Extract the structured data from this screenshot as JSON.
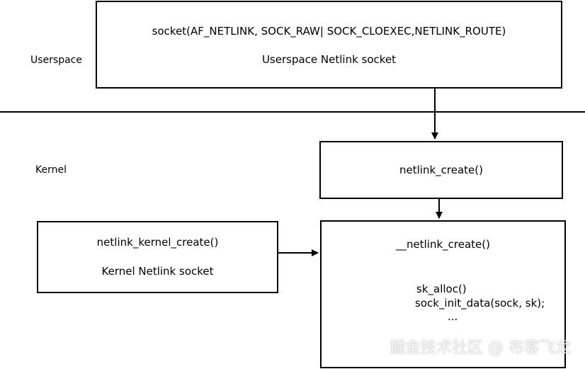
{
  "zones": {
    "userspace_label": "Userspace",
    "kernel_label": "Kernel"
  },
  "userspace_box": {
    "line1": "socket(AF_NETLINK, SOCK_RAW| SOCK_CLOEXEC,NETLINK_ROUTE)",
    "line2": "Userspace Netlink socket"
  },
  "netlink_create_box": {
    "label": "netlink_create()"
  },
  "kernel_socket_box": {
    "line1": "netlink_kernel_create()",
    "line2": "Kernel Netlink socket"
  },
  "internal_create_box": {
    "title": "__netlink_create()",
    "line1": "sk_alloc()",
    "line2": "sock_init_data(sock, sk);",
    "line3": "..."
  },
  "watermark": "掘金技术社区 @ 布客飞龙"
}
